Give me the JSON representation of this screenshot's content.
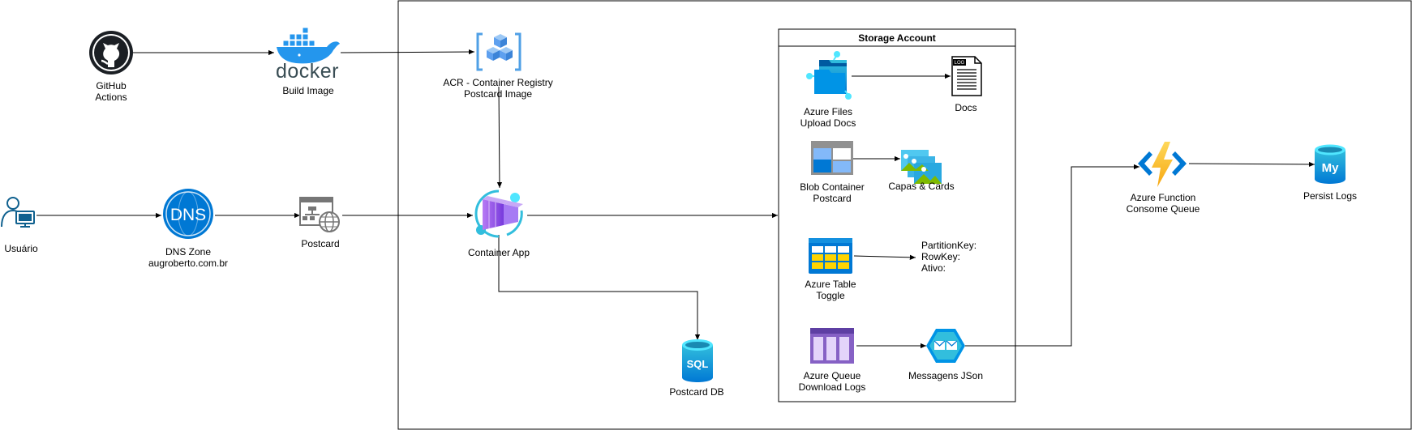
{
  "nodes": {
    "github": {
      "label_1": "GitHub",
      "label_2": "Actions"
    },
    "docker": {
      "wordmark": "docker",
      "label": "Build Image"
    },
    "acr": {
      "label_1": "ACR - Container Registry",
      "label_2": "Postcard Image"
    },
    "user": {
      "label": "Usuário"
    },
    "dns": {
      "icon_text": "DNS",
      "label_1": "DNS Zone",
      "label_2": "augroberto.com.br"
    },
    "postcard_web": {
      "label": "Postcard"
    },
    "container_app": {
      "label": "Container App"
    },
    "sql": {
      "icon_text": "SQL",
      "label": "Postcard DB"
    },
    "storage": {
      "title": "Storage Account",
      "files": {
        "label_1": "Azure Files",
        "label_2": "Upload Docs"
      },
      "docs": {
        "label": "Docs",
        "icon_text": "LOG"
      },
      "blob": {
        "label_1": "Blob Container",
        "label_2": "Postcard"
      },
      "capas": {
        "label": "Capas & Cards"
      },
      "table": {
        "label_1": "Azure Table",
        "label_2": "Toggle"
      },
      "table_fields": {
        "line_1": "PartitionKey:",
        "line_2": "RowKey:",
        "line_3": "Ativo:"
      },
      "queue": {
        "label_1": "Azure Queue",
        "label_2": "Download Logs"
      },
      "messages": {
        "label": "Messagens JSon"
      }
    },
    "function": {
      "label_1": "Azure Function",
      "label_2": "Consome Queue"
    },
    "mysql": {
      "icon_text": "My",
      "label": "Persist Logs"
    }
  },
  "colors": {
    "azure_blue": "#0078d4",
    "azure_light": "#50e6ff",
    "purple": "#8661c5",
    "function_yellow": "#f8c21a",
    "github_dark": "#1b1f24",
    "docker_blue": "#2496ed"
  }
}
